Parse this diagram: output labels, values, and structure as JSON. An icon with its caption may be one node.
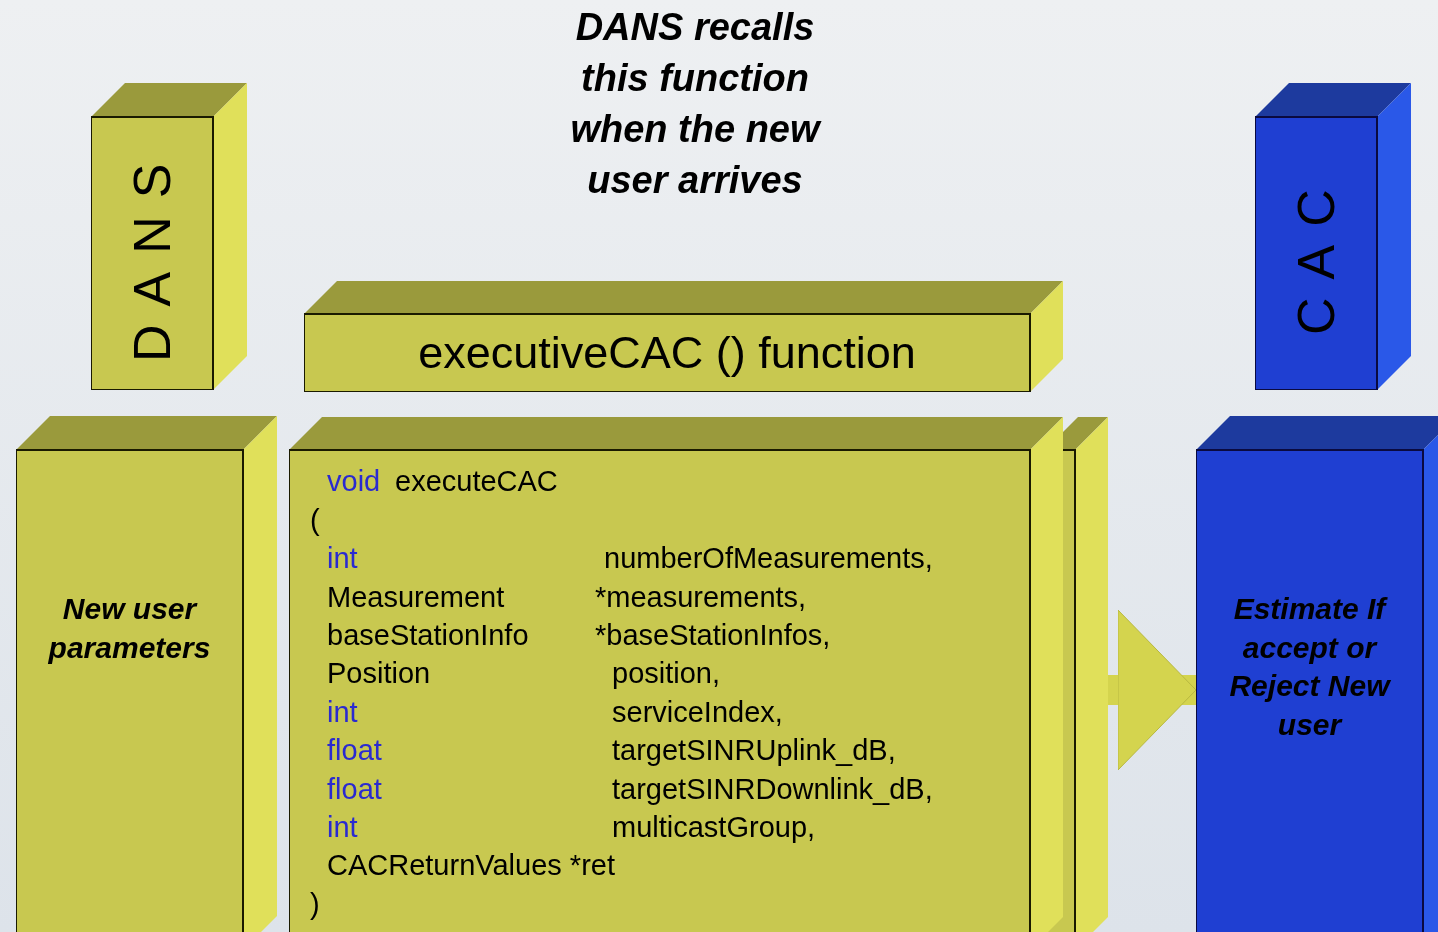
{
  "diagram": {
    "title": "DANS recalls this function when the new user arrives",
    "nodes": [
      {
        "text": [
          "DANS"
        ]
      },
      {
        "text": [
          "CAC"
        ]
      },
      {
        "text": [
          "executiveCAC () function"
        ]
      },
      {
        "text": [
          "New user parameters"
        ]
      },
      {
        "text": [
          "void",
          "executeCAC",
          "(",
          "int",
          "numberOfMeasurements,",
          "Measurement",
          "*measurements,",
          "baseStationInfo",
          "*baseStationInfos,",
          "Position",
          "position,",
          "int",
          "serviceIndex,",
          "float",
          "targetSINRUplink_dB,",
          "float",
          "targetSINRDownlink_dB,",
          "int",
          "multicastGroup,",
          "CACReturnValues *ret",
          ")"
        ]
      },
      {
        "text": [
          "Estimate If accept or Reject New user"
        ]
      }
    ],
    "edges": [
      {
        "from": 4,
        "to": 5,
        "arrow": "to"
      }
    ]
  }
}
